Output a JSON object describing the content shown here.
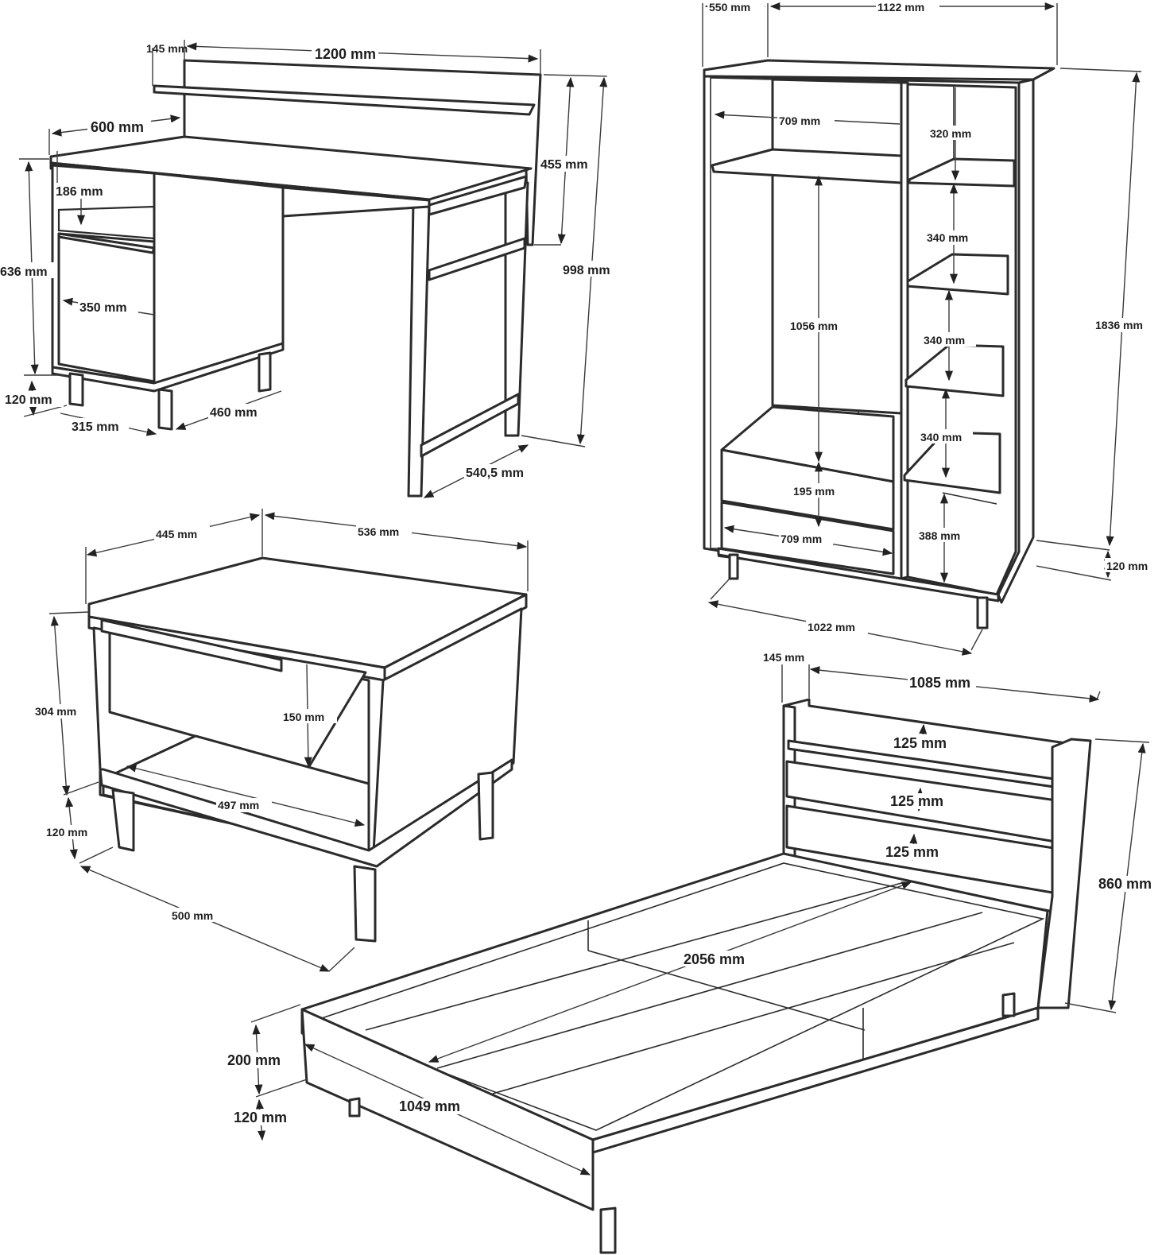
{
  "desk": {
    "d145": "145 mm",
    "width": "1200 mm",
    "depth": "600 mm",
    "d455": "455 mm",
    "d186": "186 mm",
    "height_top": "636 mm",
    "height_total": "998 mm",
    "d350": "350 mm",
    "legs": "120 mm",
    "d315": "315 mm",
    "d460": "460 mm",
    "d540": "540,5 mm"
  },
  "wardrobe": {
    "depth": "550 mm",
    "width": "1122 mm",
    "shelf_width": "709 mm",
    "d320": "320 mm",
    "d340a": "340 mm",
    "d1056": "1056 mm",
    "d340b": "340 mm",
    "height": "1836 mm",
    "d340c": "340 mm",
    "drawer_h": "195 mm",
    "drawer_w": "709 mm",
    "d388": "388 mm",
    "legs": "120 mm",
    "base_w": "1022 mm"
  },
  "nightstand": {
    "depth": "445 mm",
    "width": "536 mm",
    "height": "304 mm",
    "drawer_h": "150 mm",
    "inner_w": "497 mm",
    "legs": "120 mm",
    "base_w": "500 mm"
  },
  "bed": {
    "d145": "145 mm",
    "width": "1085 mm",
    "slat1": "125 mm",
    "slat2": "125 mm",
    "slat3": "125 mm",
    "head_h": "860 mm",
    "length": "2056 mm",
    "frame_h": "200 mm",
    "inner_w": "1049 mm",
    "legs": "120 mm"
  }
}
